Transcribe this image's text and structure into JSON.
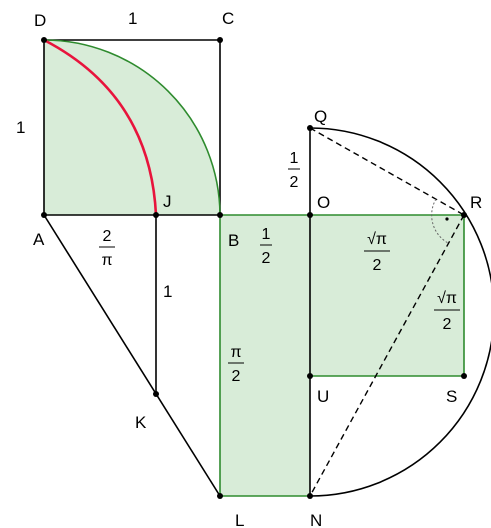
{
  "points": {
    "D": "D",
    "C": "C",
    "A": "A",
    "J": "J",
    "B": "B",
    "K": "K",
    "L": "L",
    "N": "N",
    "Q": "Q",
    "O": "O",
    "R": "R",
    "U": "U",
    "S": "S"
  },
  "measures": {
    "top_side": "1",
    "left_side": "1",
    "jk_length": "1",
    "aj_num": "2",
    "aj_den": "π",
    "qo_num": "1",
    "qo_den": "2",
    "bo_num": "1",
    "bo_den": "2",
    "bl_num": "π",
    "bl_den": "2",
    "or_num": "√π",
    "or_den": "2",
    "rs_num": "√π",
    "rs_den": "2"
  },
  "colors": {
    "fill": "#d8ecd8",
    "green_line": "#2e8b2e",
    "red_arc": "#e8143c",
    "line": "#000000"
  }
}
